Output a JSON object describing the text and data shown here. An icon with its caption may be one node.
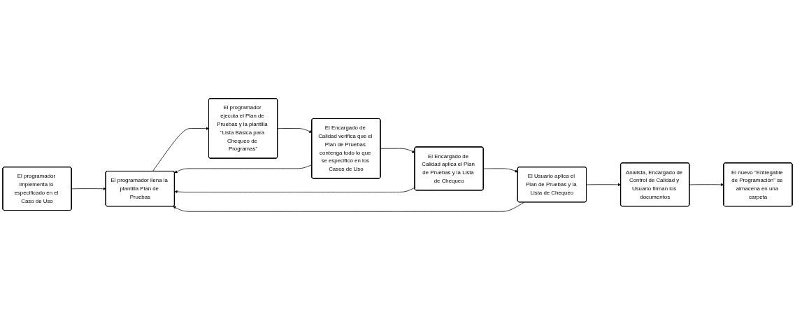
{
  "diagram": {
    "nodes": [
      {
        "text": [
          "El programador implementa lo especificado en el Caso de Uso"
        ]
      },
      {
        "text": [
          "El programador llena la plantilla Plan de Pruebas"
        ]
      },
      {
        "text": [
          "El programador ejecuta el Plan de Pruebas y la plantilla \"Lista Básica para Chequeo de Programas\""
        ]
      },
      {
        "text": [
          "El Encargado de Calidad verifica que el Plan de Pruebas contenga todo lo que se especificó en los Casos de Uso"
        ]
      },
      {
        "text": [
          "El Encargado de Calidad aplica el Plan de Pruebas y la Lista de Chequeo"
        ]
      },
      {
        "text": [
          "El Usuario aplica el Plan de Pruebas y la Lista de Chequeo"
        ]
      },
      {
        "text": [
          "Analista, Encargado de Control de Calidad y Usuario firman los documentos"
        ]
      },
      {
        "text": [
          "El nuevo \"Entregable de Programación\" se almacena en una carpeta"
        ]
      }
    ],
    "edges": [
      {
        "from": 0,
        "to": 1,
        "arrow": "to"
      },
      {
        "from": 1,
        "to": 2,
        "arrow": "to"
      },
      {
        "from": 2,
        "to": 3,
        "arrow": "to"
      },
      {
        "from": 3,
        "to": 1,
        "arrow": "to"
      },
      {
        "from": 3,
        "to": 4,
        "arrow": "to"
      },
      {
        "from": 4,
        "to": 1,
        "arrow": "to"
      },
      {
        "from": 5,
        "to": 1,
        "arrow": "to"
      },
      {
        "from": 4,
        "to": 5,
        "arrow": "to"
      },
      {
        "from": 5,
        "to": 6,
        "arrow": "to"
      },
      {
        "from": 6,
        "to": 7,
        "arrow": "to"
      }
    ]
  }
}
